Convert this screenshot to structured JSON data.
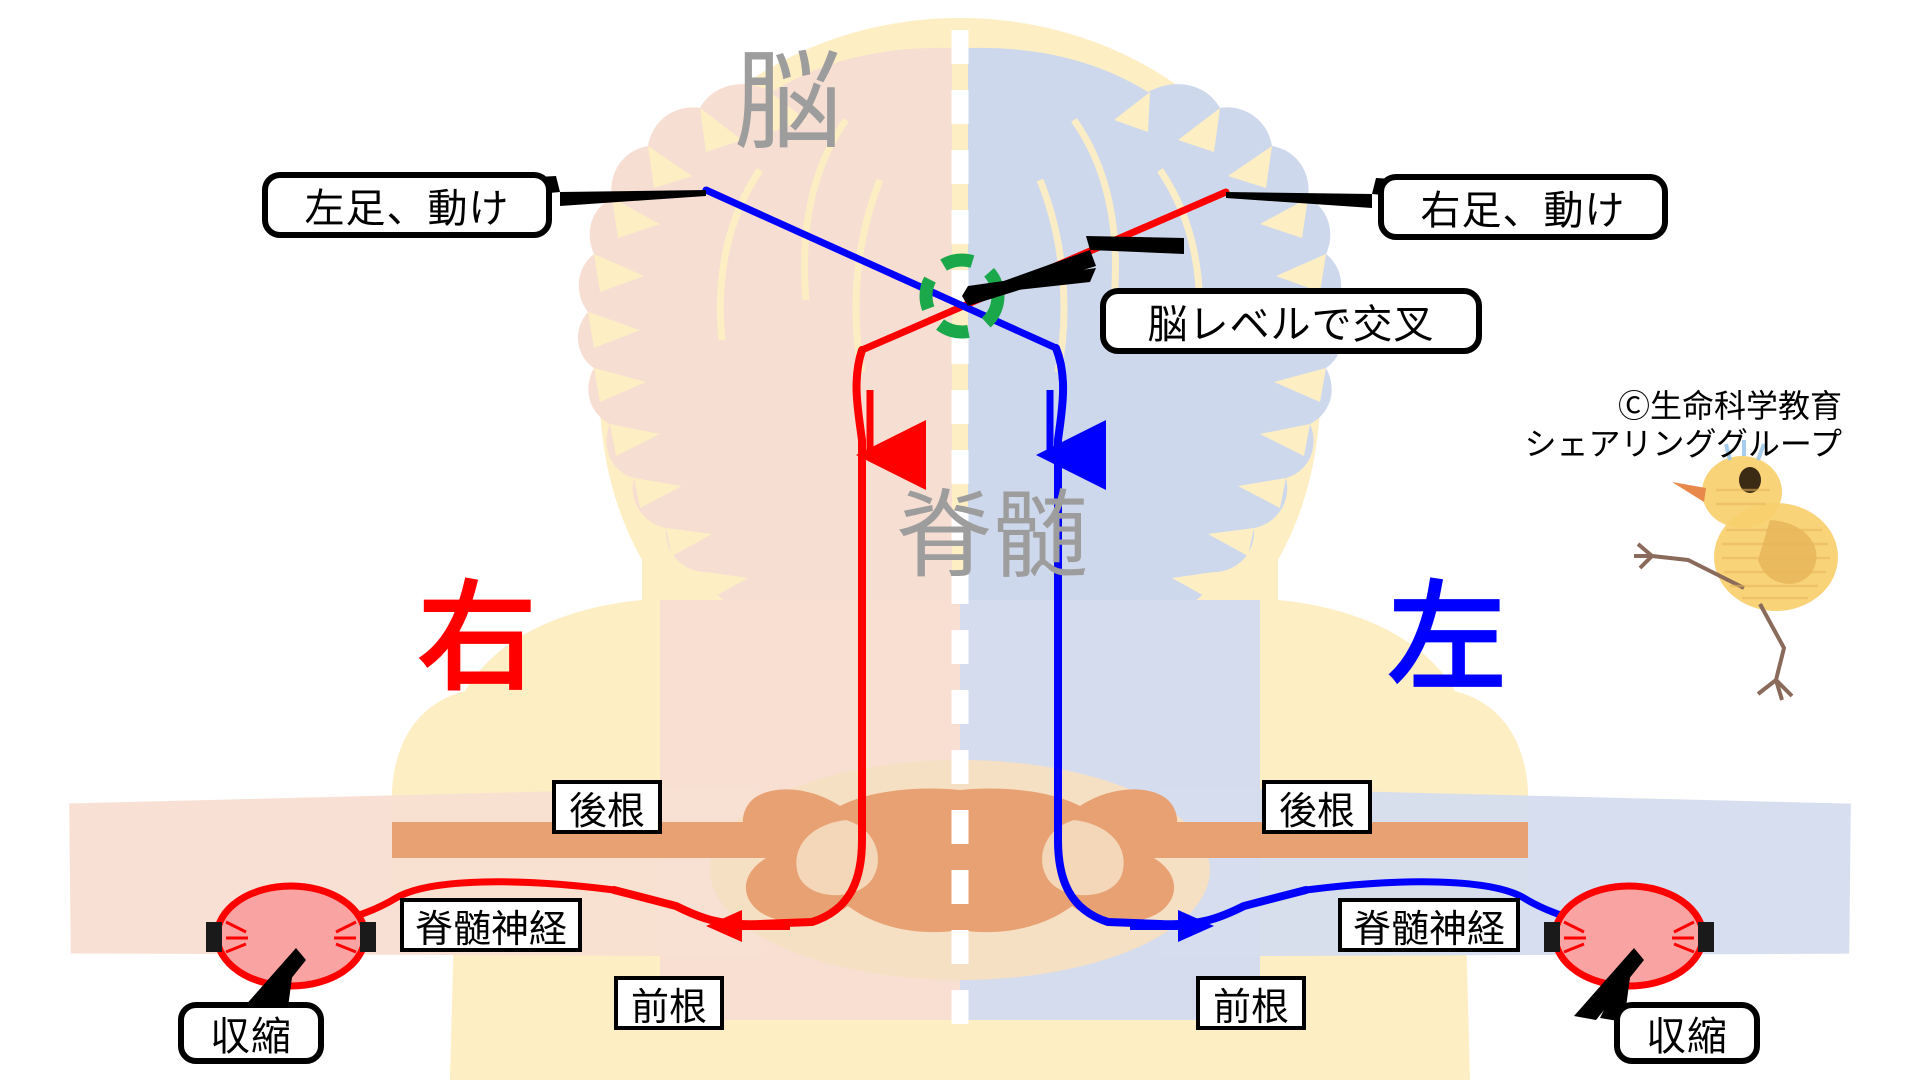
{
  "figure": {
    "title_watermarks": {
      "brain": "脳",
      "spinal_cord": "脊髄"
    },
    "credit": "Ⓒ生命科学教育\nシェアリンググループ",
    "side_labels": {
      "right": {
        "text": "右",
        "color": "#ff0000"
      },
      "left": {
        "text": "左",
        "color": "#0000ff"
      }
    },
    "callouts": [
      {
        "id": "left-foot-command",
        "text": "左足、動け"
      },
      {
        "id": "right-foot-command",
        "text": "右足、動け"
      },
      {
        "id": "decussation",
        "text": "脳レベルで交叉"
      },
      {
        "id": "contraction-left",
        "text": "収縮"
      },
      {
        "id": "contraction-right",
        "text": "収縮"
      }
    ],
    "root_labels": [
      {
        "id": "dorsal-root-right",
        "text": "後根"
      },
      {
        "id": "ventral-root-right",
        "text": "前根"
      },
      {
        "id": "spinal-nerve-right",
        "text": "脊髄神経"
      },
      {
        "id": "dorsal-root-left",
        "text": "後根"
      },
      {
        "id": "ventral-root-left",
        "text": "前根"
      },
      {
        "id": "spinal-nerve-left",
        "text": "脊髄神経"
      }
    ],
    "colors": {
      "right_tract": "#ff0000",
      "left_tract": "#0000ff",
      "decussation_marker": "#1aa84a",
      "head_silhouette": "#fdeec3",
      "hemisphere_right": "#f7ded2",
      "hemisphere_left": "#ced8ec",
      "gray_matter": "#e8a173",
      "white_matter": "#f6e0c4",
      "muscle_fill": "#f9a3a3",
      "muscle_stroke": "#ff0000",
      "limb_band_right": "#f8dfd2",
      "limb_band_left": "#d5dcee",
      "midline_dash": "#ffffff",
      "watermark_gray": "#9d9d9d"
    },
    "arrows": [
      {
        "id": "descending-arrow-right",
        "color": "#ff0000",
        "direction": "down"
      },
      {
        "id": "descending-arrow-left",
        "color": "#0000ff",
        "direction": "down"
      },
      {
        "id": "ventral-exit-arrow-right",
        "color": "#ff0000",
        "direction": "left"
      },
      {
        "id": "ventral-exit-arrow-left",
        "color": "#0000ff",
        "direction": "right"
      }
    ],
    "mascot": {
      "id": "chick-illustration",
      "label": "chick-mascot"
    }
  }
}
